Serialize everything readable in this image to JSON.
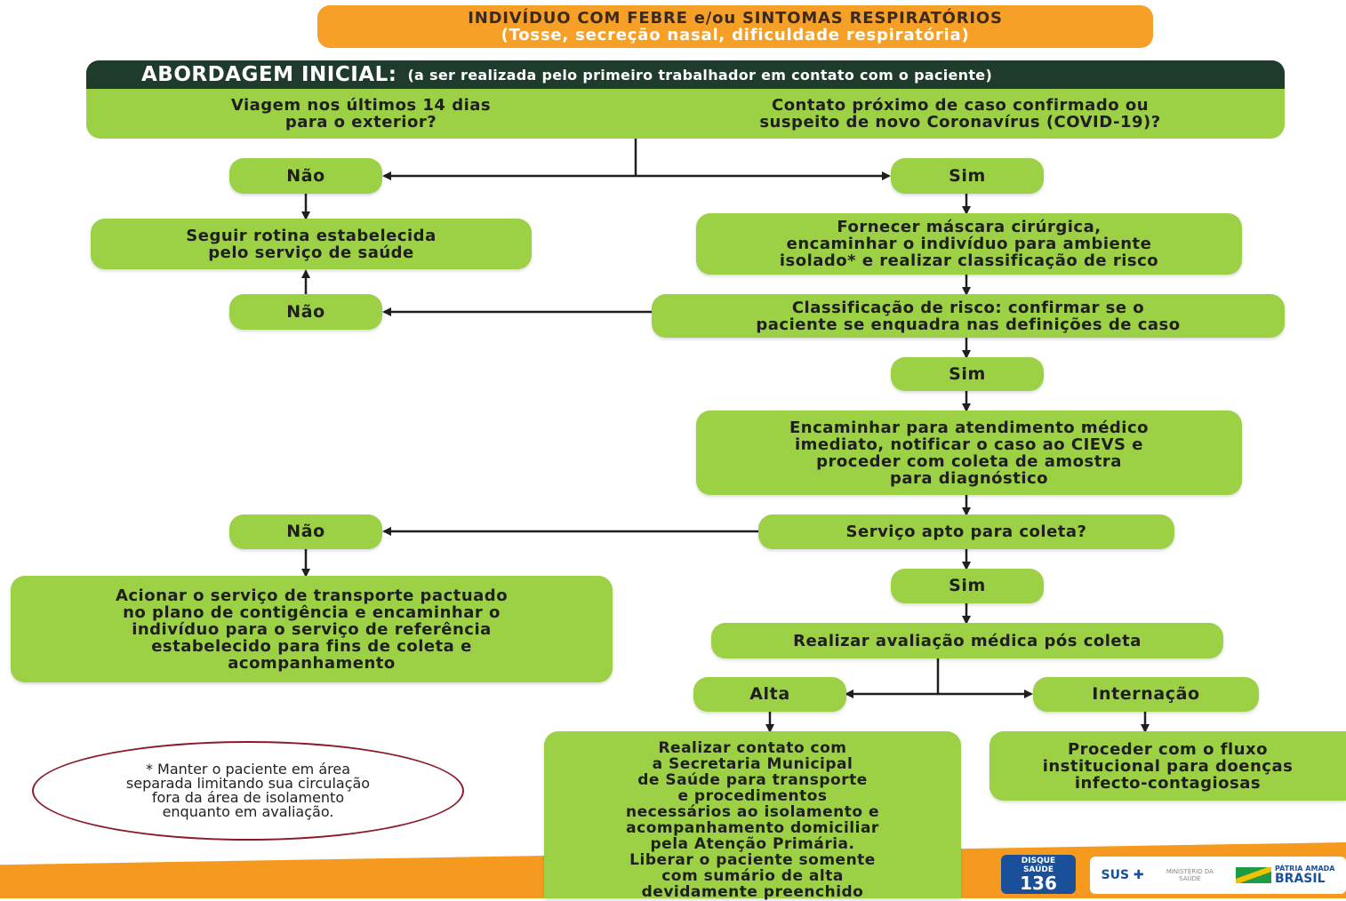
{
  "header": {
    "title": "INDIVÍDUO COM FEBRE e/ou SINTOMAS RESPIRATÓRIOS",
    "subtitle": "(Tosse, secreção nasal, dificuldade respiratória)"
  },
  "approach": {
    "title": "ABORDAGEM INICIAL:",
    "note": "(a ser realizada pelo primeiro trabalhador em contato com o paciente)",
    "question_left": [
      "Viagem nos últimos 14 dias",
      "para o exterior?"
    ],
    "question_right": [
      "Contato próximo de caso confirmado ou",
      "suspeito de novo Coronavírus (COVID-19)?"
    ]
  },
  "nodes": {
    "nao1": "Não",
    "sim1": "Sim",
    "seguir": [
      "Seguir rotina estabelecida",
      "pelo  serviço de saúde"
    ],
    "fornecer": [
      "Fornecer máscara cirúrgica,",
      "encaminhar o indivíduo para ambiente",
      "isolado* e realizar classificação de risco"
    ],
    "nao2": "Não",
    "classificacao": [
      "Classificação de risco: confirmar se o",
      "paciente se enquadra nas definições de caso"
    ],
    "sim2": "Sim",
    "encaminhar": [
      "Encaminhar para atendimento médico",
      "imediato, notificar o caso ao CIEVS e",
      "proceder com coleta de amostra",
      "para diagnóstico"
    ],
    "nao3": "Não",
    "servico": "Serviço apto para coleta?",
    "acionar": [
      "Acionar o serviço de transporte pactuado",
      "no plano de contigência e encaminhar o",
      "indivíduo para o serviço de referência",
      "estabelecido para fins de coleta e",
      "acompanhamento"
    ],
    "sim3": "Sim",
    "realizar": "Realizar avaliação médica pós coleta",
    "alta": "Alta",
    "internacao": "Internação",
    "contato": [
      "Realizar contato com",
      "a Secretaria Municipal",
      "de Saúde para transporte",
      "e procedimentos",
      "necessários ao isolamento e",
      "acompanhamento domiciliar",
      "pela Atenção Primária.",
      "Liberar o paciente somente",
      "com sumário de alta",
      "devidamente preenchido"
    ],
    "proceder": [
      "Proceder com o fluxo",
      "institucional para doenças",
      "infecto-contagiosas"
    ]
  },
  "footnote": [
    "* Manter o paciente em área",
    "separada limitando sua circulação",
    "fora da área de isolamento",
    "enquanto em avaliação."
  ],
  "logos": {
    "disque": [
      "DISQUE",
      "SAÚDE",
      "136"
    ],
    "ministerio": [
      "MINISTÉRIO DA",
      "SAÚDE"
    ],
    "patria": [
      "PÁTRIA AMADA",
      "BRASIL"
    ]
  },
  "colors": {
    "green": "#9cd045",
    "dark_green": "#1f3b2b",
    "orange": "#f59a1e",
    "note_border": "#8b1a2a"
  }
}
